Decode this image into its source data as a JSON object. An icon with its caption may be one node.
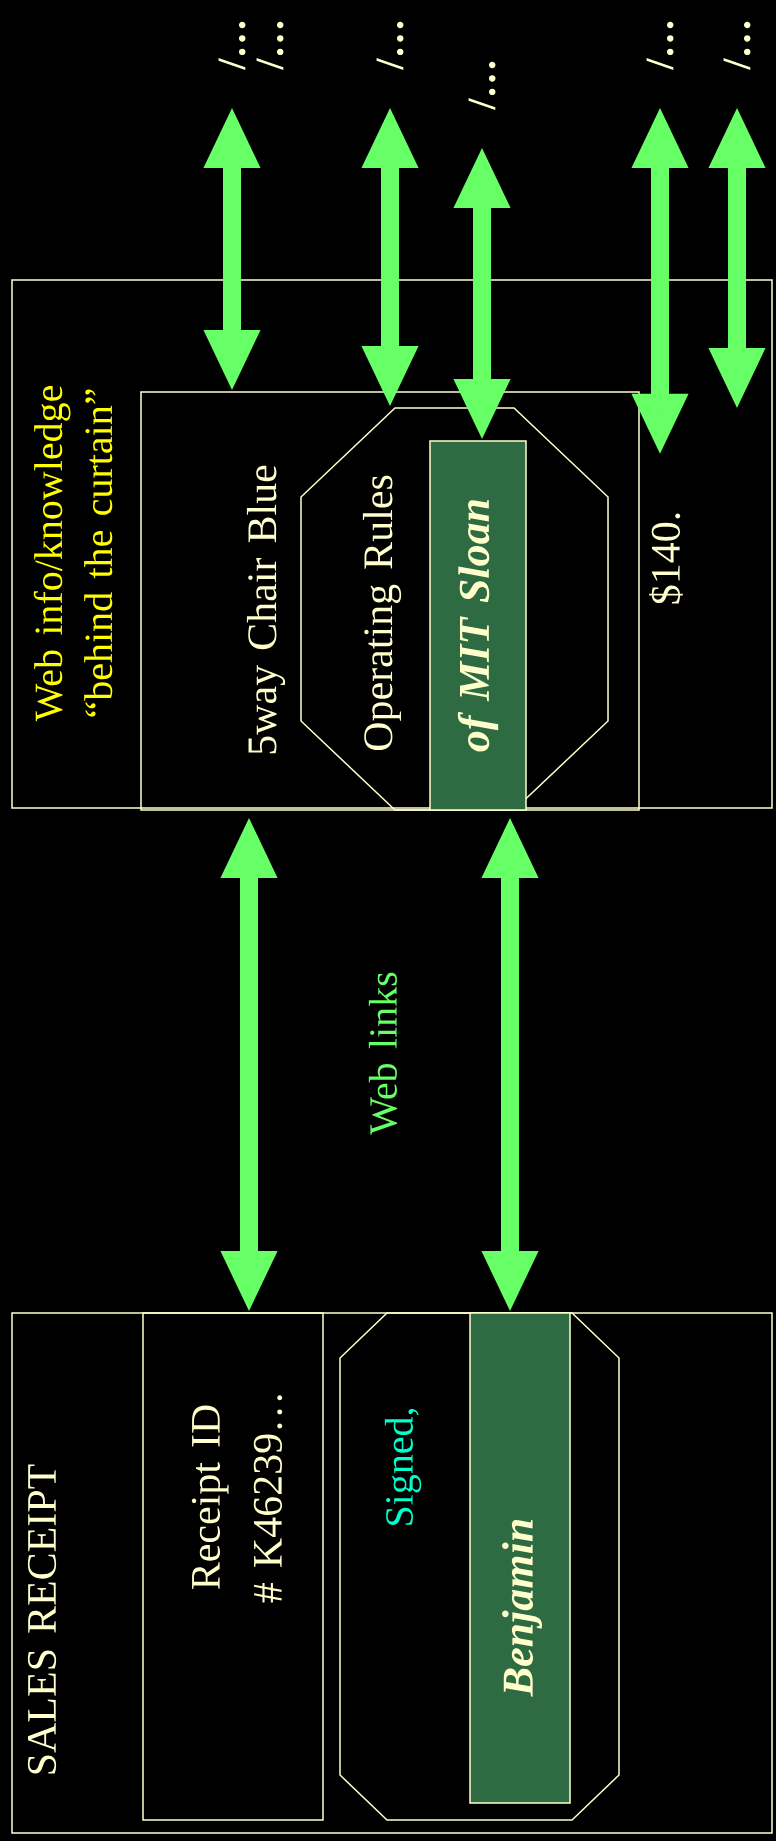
{
  "diagram": {
    "nodes": [
      {
        "text": [
          "Web info/knowledge “behind the curtain”"
        ]
      },
      {
        "text": [
          "5way Chair Blue"
        ],
        "in": 0
      },
      {
        "text": [
          "Operating Rules"
        ],
        "in": 1
      },
      {
        "text": [
          "of MIT Sloan"
        ],
        "in": 2
      },
      {
        "text": [
          "$140."
        ],
        "in": 0
      },
      {
        "text": [
          "/…"
        ]
      },
      {
        "text": [
          "/…"
        ]
      },
      {
        "text": [
          "/…"
        ]
      },
      {
        "text": [
          "/…"
        ]
      },
      {
        "text": [
          "/…"
        ]
      },
      {
        "text": [
          "SALES RECEIPT"
        ]
      },
      {
        "text": [
          "Receipt ID # K46239…"
        ],
        "in": 10
      },
      {
        "text": [
          "Signed,"
        ],
        "in": 10
      },
      {
        "text": [
          "Benjamin"
        ],
        "in": 12
      }
    ],
    "edges": [
      {
        "from": 5,
        "to": 1,
        "arrow": "both"
      },
      {
        "from": 6,
        "to": 2,
        "arrow": "both"
      },
      {
        "from": 7,
        "to": 3,
        "arrow": "both"
      },
      {
        "from": 8,
        "to": 4,
        "arrow": "both"
      },
      {
        "from": 9,
        "to": 0,
        "arrow": "both"
      },
      {
        "from": 1,
        "to": 11,
        "arrow": "both"
      },
      {
        "from": 3,
        "to": 13,
        "arrow": "both"
      }
    ],
    "labels": [
      "/…",
      "Web links"
    ]
  }
}
